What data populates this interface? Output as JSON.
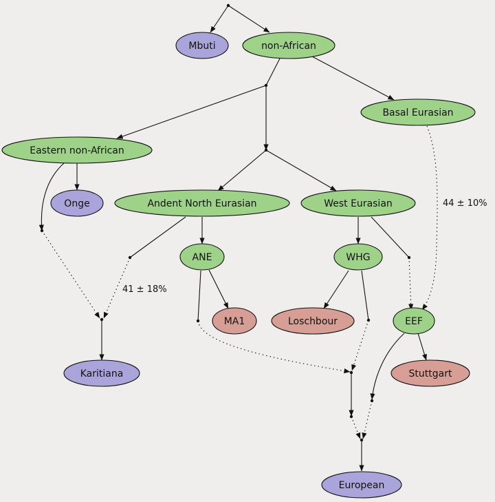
{
  "colors": {
    "background": "#f0eeec",
    "green": "#9fd289",
    "purple": "#a9a4d9",
    "red": "#d79e96",
    "stroke": "#111111"
  },
  "nodes": [
    {
      "id": "mbuti",
      "label": "Mbuti",
      "color": "purple"
    },
    {
      "id": "nonAfrican",
      "label": "non-African",
      "color": "green"
    },
    {
      "id": "basalEurasian",
      "label": "Basal Eurasian",
      "color": "green"
    },
    {
      "id": "easternNonAfrican",
      "label": "Eastern non-African",
      "color": "green"
    },
    {
      "id": "onge",
      "label": "Onge",
      "color": "purple"
    },
    {
      "id": "ancientNorthEurasian",
      "label": "Andent North Eurasian",
      "color": "green"
    },
    {
      "id": "westEurasian",
      "label": "West Eurasian",
      "color": "green"
    },
    {
      "id": "ane",
      "label": "ANE",
      "color": "green"
    },
    {
      "id": "whg",
      "label": "WHG",
      "color": "green"
    },
    {
      "id": "ma1",
      "label": "MA1",
      "color": "red"
    },
    {
      "id": "loschbour",
      "label": "Loschbour",
      "color": "red"
    },
    {
      "id": "eef",
      "label": "EEF",
      "color": "green"
    },
    {
      "id": "stuttgart",
      "label": "Stuttgart",
      "color": "red"
    },
    {
      "id": "karitiana",
      "label": "Karitiana",
      "color": "purple"
    },
    {
      "id": "european",
      "label": "European",
      "color": "purple"
    }
  ],
  "edge_labels": {
    "basal_admixture": "44 ± 10%",
    "ane_admixture": "41 ± 18%"
  }
}
